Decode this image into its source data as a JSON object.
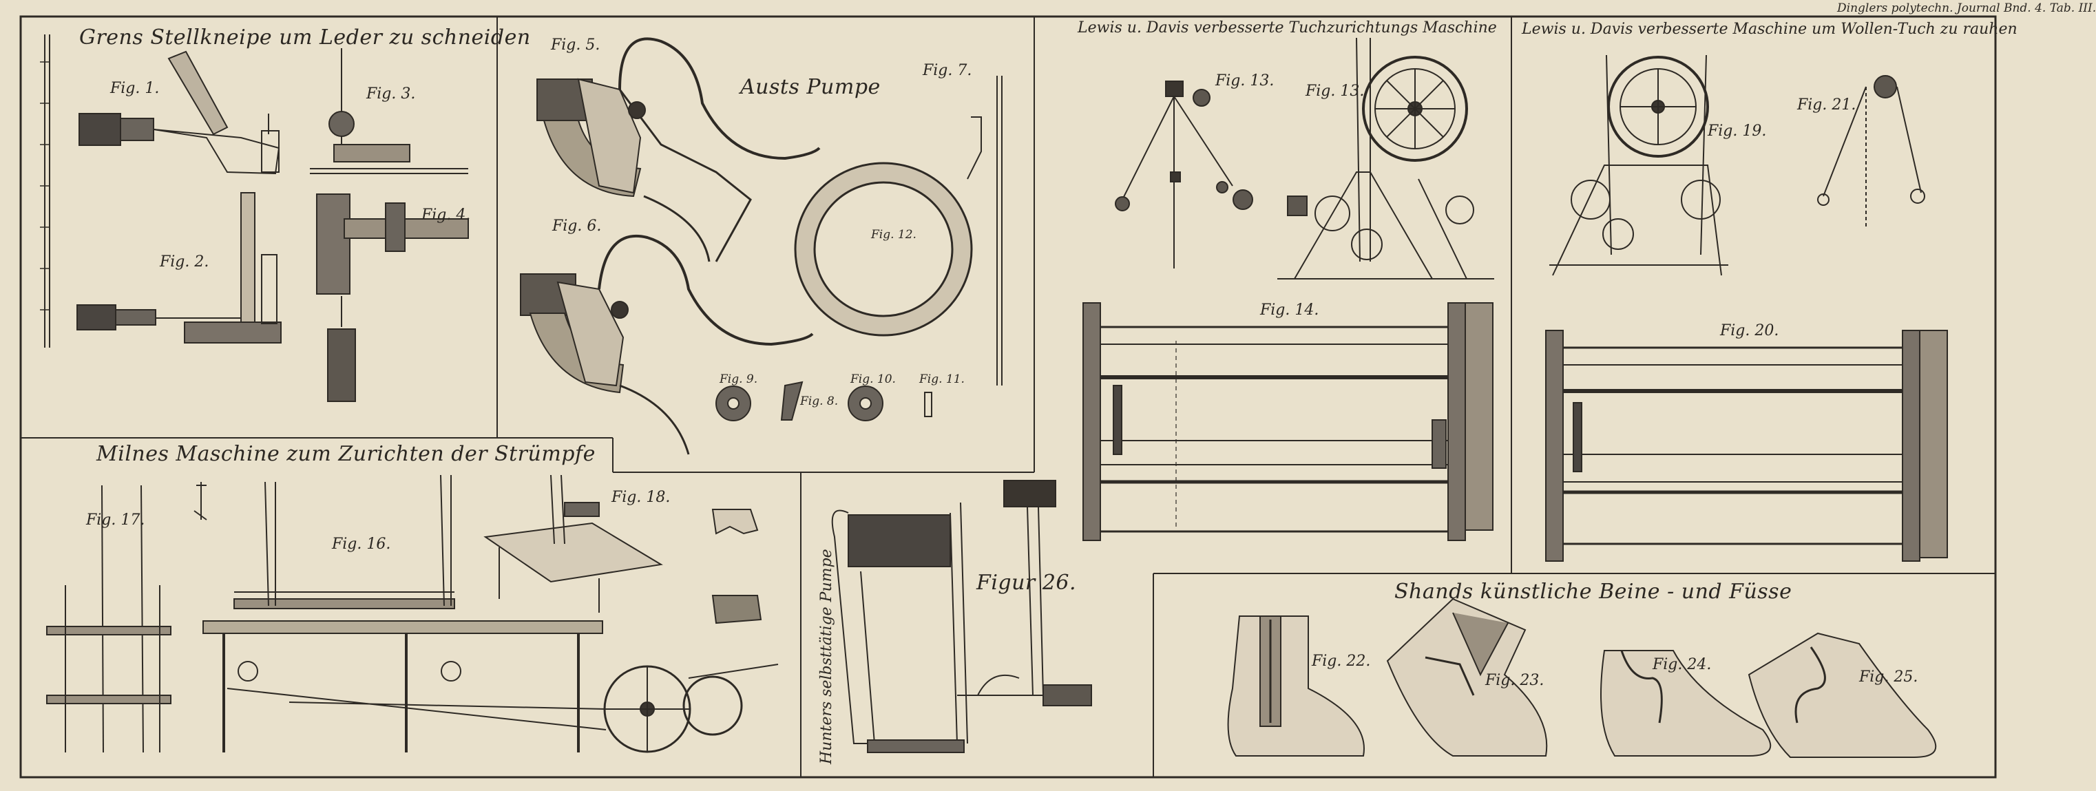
{
  "header": "Dinglers polytechn. Journal Bnd. 4. Tab. III.",
  "titles": {
    "grens": "Grens Stellkneipe um Leder zu schneiden",
    "ausin": "Austs Pumpe",
    "lewis1": "Lewis u. Davis verbesserte Tuchzurichtungs Maschine",
    "lewis2": "Lewis u. Davis verbesserte Maschine um Wollen-Tuch zu rauhen",
    "milne": "Milnes Maschine zum Zurichten der Strümpfe",
    "hunter": "Hunters selbsttätige Pumpe",
    "figur26": "Figur 26.",
    "shands": "Shands künstliche Beine - und Füsse"
  },
  "figs": {
    "f1": "Fig. 1.",
    "f2": "Fig. 2.",
    "f3": "Fig. 3.",
    "f4": "Fig. 4.",
    "f5": "Fig. 5.",
    "f6": "Fig. 6.",
    "f7": "Fig. 7.",
    "f8": "Fig. 8.",
    "f9": "Fig. 9.",
    "f10": "Fig. 10.",
    "f11": "Fig. 11.",
    "f12": "Fig. 12.",
    "f13a": "Fig. 13.",
    "f13b": "Fig. 13.",
    "f14": "Fig. 14.",
    "f16": "Fig. 16.",
    "f17": "Fig. 17.",
    "f18": "Fig. 18.",
    "f19": "Fig. 19.",
    "f20": "Fig. 20.",
    "f21": "Fig. 21.",
    "f22": "Fig. 22.",
    "f23": "Fig. 23.",
    "f24": "Fig. 24.",
    "f25": "Fig. 25."
  }
}
